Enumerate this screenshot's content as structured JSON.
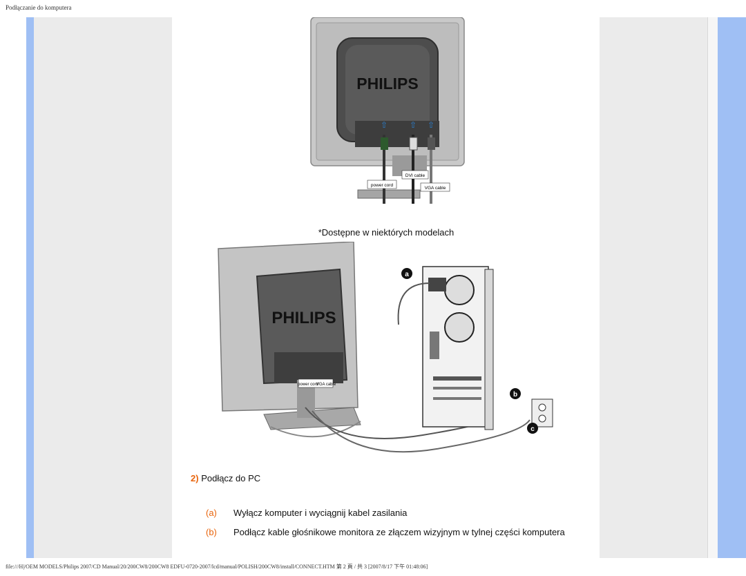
{
  "header": {
    "title": "Podłączanie do komputera"
  },
  "figure1": {
    "brand": "PHILIPS",
    "labels": {
      "power_cord": "power cord",
      "dvi_cable": "DVI cable",
      "vga_cable": "VGA cable"
    }
  },
  "caption": "*Dostępne w niektórych modelach",
  "figure2": {
    "brand": "PHILIPS",
    "labels": {
      "power_cord": "power cord",
      "vga_cable": "VGA cable"
    },
    "markers": {
      "a": "a",
      "b": "b",
      "c": "c"
    }
  },
  "step": {
    "number": "2)",
    "text": "Podłącz do PC"
  },
  "items": [
    {
      "letter": "(a)",
      "text": "Wyłącz komputer i wyciągnij kabel zasilania"
    },
    {
      "letter": "(b)",
      "text": "Podłącz kable głośnikowe monitora ze złączem wizyjnym w tylnej części komputera"
    }
  ],
  "footer": {
    "path": "file:///H|/OEM MODELS/Philips 2007/CD Manual/20/200CW8/200CW8 EDFU-0720-2007/lcd/manual/POLISH/200CW8/install/CONNECT.HTM 第 2 頁 / 共 3 [2007/8/17 下午 01:48:06]"
  }
}
